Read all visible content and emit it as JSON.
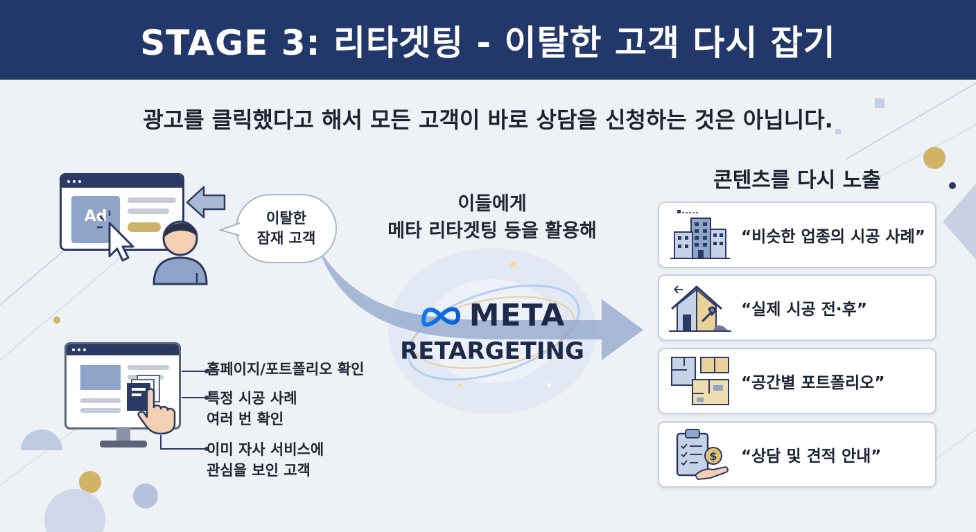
{
  "header": {
    "title": "STAGE 3: 리타겟팅 - 이탈한 고객 다시 잡기"
  },
  "subtitle": "광고를 클릭했다고 해서 모든 고객이 바로 상담을 신청하는 것은 아닙니다.",
  "ad_window": {
    "label": "Ad"
  },
  "bubble": {
    "line1": "이탈한",
    "line2": "잠재 고객"
  },
  "center": {
    "line1": "이들에게",
    "line2": "메타 리타겟팅 등을 활용해",
    "meta_label": "META",
    "retargeting_label": "RETARGETING"
  },
  "left_list": {
    "item1": "홈페이지/포트폴리오 확인",
    "item2_line1": "특정 시공 사례",
    "item2_line2": "여러 번 확인",
    "item3_line1": "이미 자사 서비스에",
    "item3_line2": "관심을 보인 고객"
  },
  "content_section": {
    "title": "콘텐츠를 다시 노출",
    "cards": [
      {
        "text": "“비슷한 업종의 시공 사례”",
        "icon": "building-icon"
      },
      {
        "text": "“실제 시공 전·후”",
        "icon": "house-renovation-icon"
      },
      {
        "text": "“공간별 포트폴리오”",
        "icon": "floor-plan-icon"
      },
      {
        "text": "“상담 및 견적 안내”",
        "icon": "clipboard-coin-icon"
      }
    ]
  },
  "colors": {
    "header_bg": "#23386a",
    "accent_navy": "#2b3a63",
    "accent_gold": "#cdb36a",
    "arrow_blue": "#8ea4c9"
  }
}
